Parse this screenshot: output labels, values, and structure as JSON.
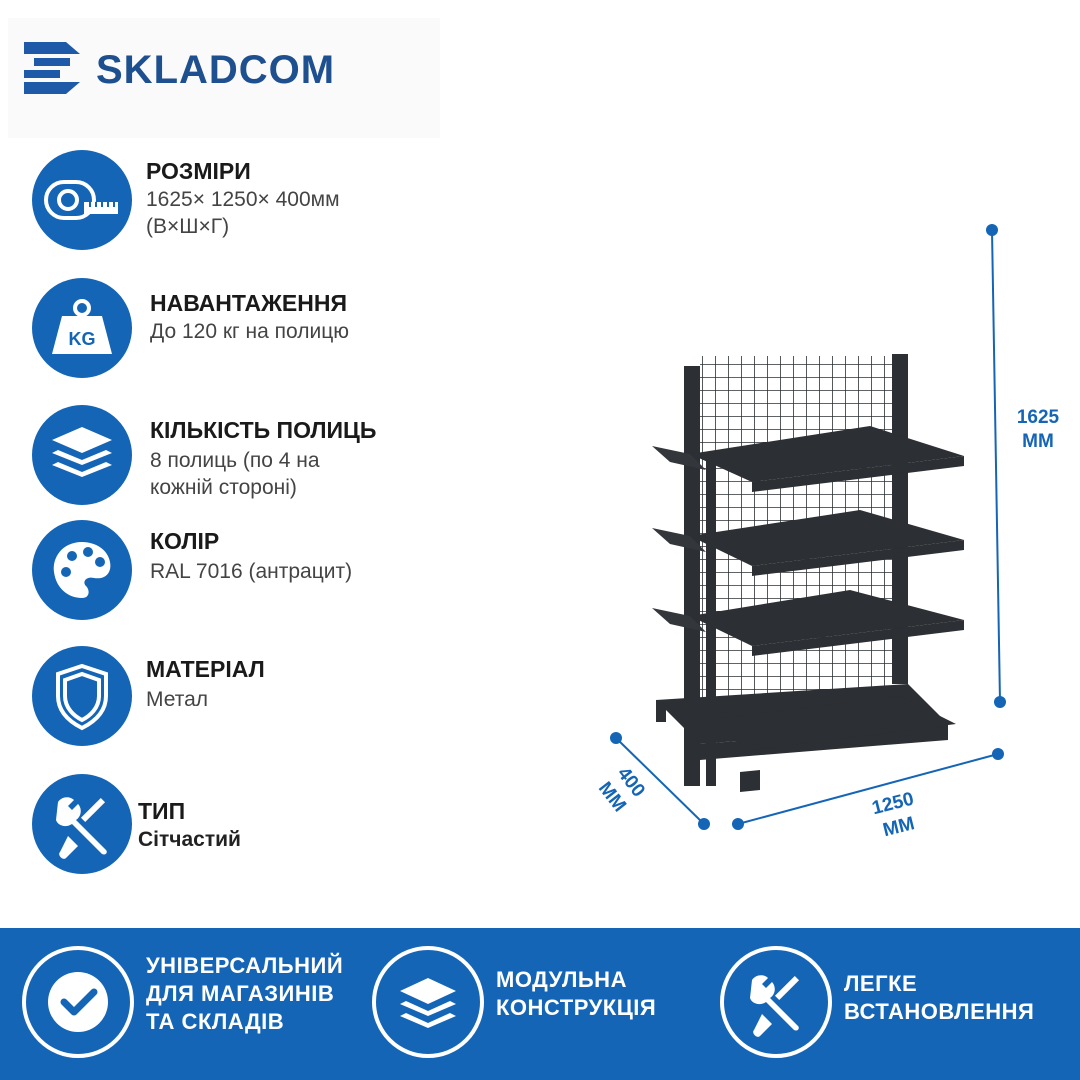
{
  "brand": {
    "name": "SKLADCOM",
    "color": "#1e4f8f"
  },
  "accent_color": "#1565b7",
  "features": [
    {
      "icon": "tape-measure-icon",
      "title": "РОЗМІРИ",
      "lines": [
        "1625× 1250× 400мм",
        "(В×Ш×Г)"
      ]
    },
    {
      "icon": "kg-weight-icon",
      "title": "НАВАНТАЖЕННЯ",
      "lines": [
        "До 120 кг на полицю"
      ]
    },
    {
      "icon": "layers-icon",
      "title": "КІЛЬКІСТЬ ПОЛИЦЬ",
      "lines": [
        "8 полиць (по 4 на",
        "кожній стороні)"
      ]
    },
    {
      "icon": "palette-icon",
      "title": "КОЛІР",
      "lines": [
        "RAL 7016 (антрацит)"
      ]
    },
    {
      "icon": "shield-icon",
      "title": "МАТЕРІАЛ",
      "lines": [
        "Метал"
      ]
    },
    {
      "icon": "wrench-screwdriver-icon",
      "title": "ТИП",
      "lines": [
        "Сітчастий"
      ]
    }
  ],
  "product": {
    "image": "mesh-shelving-rack",
    "color": "#2c2f33"
  },
  "dimensions": {
    "height": [
      "1625",
      "ММ"
    ],
    "width": [
      "1250",
      "ММ"
    ],
    "depth": [
      "400",
      "ММ"
    ]
  },
  "banner": [
    {
      "icon": "checkmark-icon",
      "lines": [
        "УНІВЕРСАЛЬНИЙ",
        "ДЛЯ МАГАЗИНІВ",
        "ТА СКЛАДІВ"
      ]
    },
    {
      "icon": "layers-icon",
      "lines": [
        "МОДУЛЬНА",
        "КОНСТРУКЦІЯ"
      ]
    },
    {
      "icon": "wrench-screwdriver-icon",
      "lines": [
        "ЛЕГКЕ",
        "ВСТАНОВЛЕННЯ"
      ]
    }
  ]
}
